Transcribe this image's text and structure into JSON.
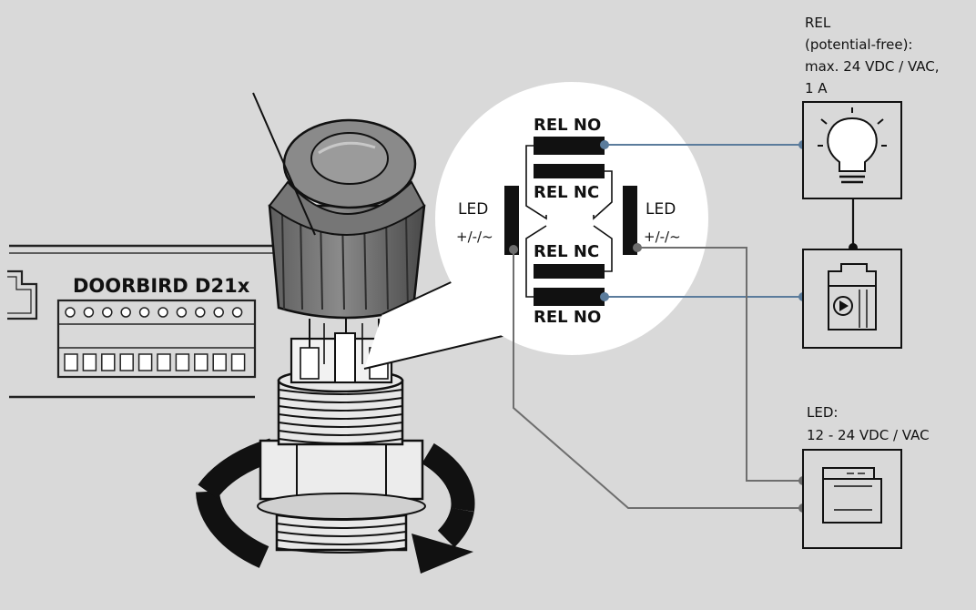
{
  "device": {
    "name": "DOORBIRD D21x"
  },
  "callout": {
    "rel_no_top": "REL NO",
    "rel_nc_top": "REL NC",
    "rel_nc_bottom": "REL NC",
    "rel_no_bottom": "REL NO",
    "led_left_title": "LED",
    "led_left_polarity": "+/-/~",
    "led_right_title": "LED",
    "led_right_polarity": "+/-/~"
  },
  "rel_spec": {
    "line1": "REL",
    "line2": "(potential-free):",
    "line3": "max. 24 VDC / VAC,",
    "line4": "1 A"
  },
  "led_spec": {
    "line1": "LED:",
    "line2": "12 - 24 VDC / VAC"
  },
  "components": {
    "lamp": "lamp-icon",
    "relay_supply": "din-rail-power-supply-icon",
    "led_supply": "din-rail-power-supply-icon"
  },
  "colors": {
    "background": "#d9d9d9",
    "wire_blue": "#5b7c9c",
    "wire_gray": "#6e6e6e",
    "ink": "#111111"
  }
}
